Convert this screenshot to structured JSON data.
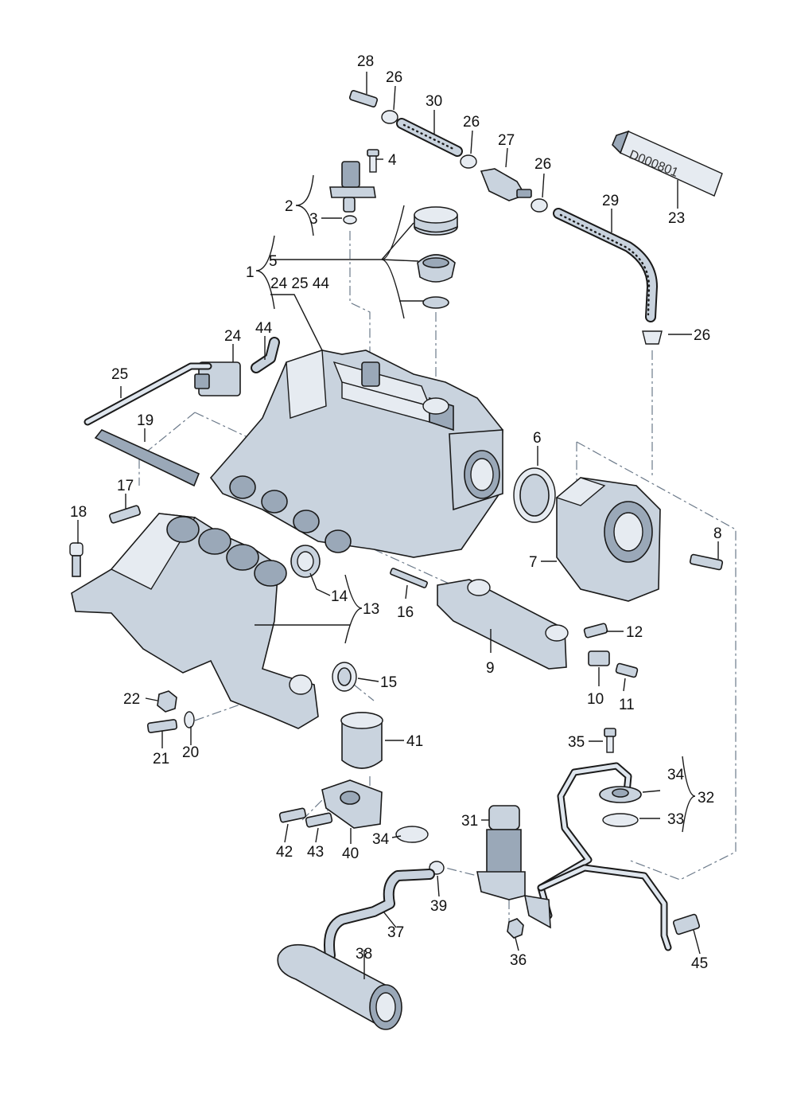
{
  "tube_label": "D000801",
  "callouts": [
    {
      "id": "c28",
      "text": "28"
    },
    {
      "id": "c26a",
      "text": "26"
    },
    {
      "id": "c30",
      "text": "30"
    },
    {
      "id": "c26b",
      "text": "26"
    },
    {
      "id": "c27",
      "text": "27"
    },
    {
      "id": "c26c",
      "text": "26"
    },
    {
      "id": "c4",
      "text": "4"
    },
    {
      "id": "c2",
      "text": "2"
    },
    {
      "id": "c3",
      "text": "3"
    },
    {
      "id": "c29",
      "text": "29"
    },
    {
      "id": "c23",
      "text": "23"
    },
    {
      "id": "c1",
      "text": "1"
    },
    {
      "id": "c5",
      "text": "5"
    },
    {
      "id": "c24_25_44",
      "text": "24 25 44"
    },
    {
      "id": "c26d",
      "text": "26"
    },
    {
      "id": "c24",
      "text": "24"
    },
    {
      "id": "c44",
      "text": "44"
    },
    {
      "id": "c25",
      "text": "25"
    },
    {
      "id": "c19",
      "text": "19"
    },
    {
      "id": "c6",
      "text": "6"
    },
    {
      "id": "c17",
      "text": "17"
    },
    {
      "id": "c18",
      "text": "18"
    },
    {
      "id": "c8",
      "text": "8"
    },
    {
      "id": "c7",
      "text": "7"
    },
    {
      "id": "c14",
      "text": "14"
    },
    {
      "id": "c13",
      "text": "13"
    },
    {
      "id": "c16",
      "text": "16"
    },
    {
      "id": "c12",
      "text": "12"
    },
    {
      "id": "c9",
      "text": "9"
    },
    {
      "id": "c10",
      "text": "10"
    },
    {
      "id": "c11",
      "text": "11"
    },
    {
      "id": "c15",
      "text": "15"
    },
    {
      "id": "c22",
      "text": "22"
    },
    {
      "id": "c21",
      "text": "21"
    },
    {
      "id": "c20",
      "text": "20"
    },
    {
      "id": "c41",
      "text": "41"
    },
    {
      "id": "c35",
      "text": "35"
    },
    {
      "id": "c34a",
      "text": "34"
    },
    {
      "id": "c32",
      "text": "32"
    },
    {
      "id": "c33",
      "text": "33"
    },
    {
      "id": "c42",
      "text": "42"
    },
    {
      "id": "c43",
      "text": "43"
    },
    {
      "id": "c40",
      "text": "40"
    },
    {
      "id": "c34b",
      "text": "34"
    },
    {
      "id": "c31",
      "text": "31"
    },
    {
      "id": "c39",
      "text": "39"
    },
    {
      "id": "c37",
      "text": "37"
    },
    {
      "id": "c36",
      "text": "36"
    },
    {
      "id": "c38",
      "text": "38"
    },
    {
      "id": "c45",
      "text": "45"
    }
  ]
}
